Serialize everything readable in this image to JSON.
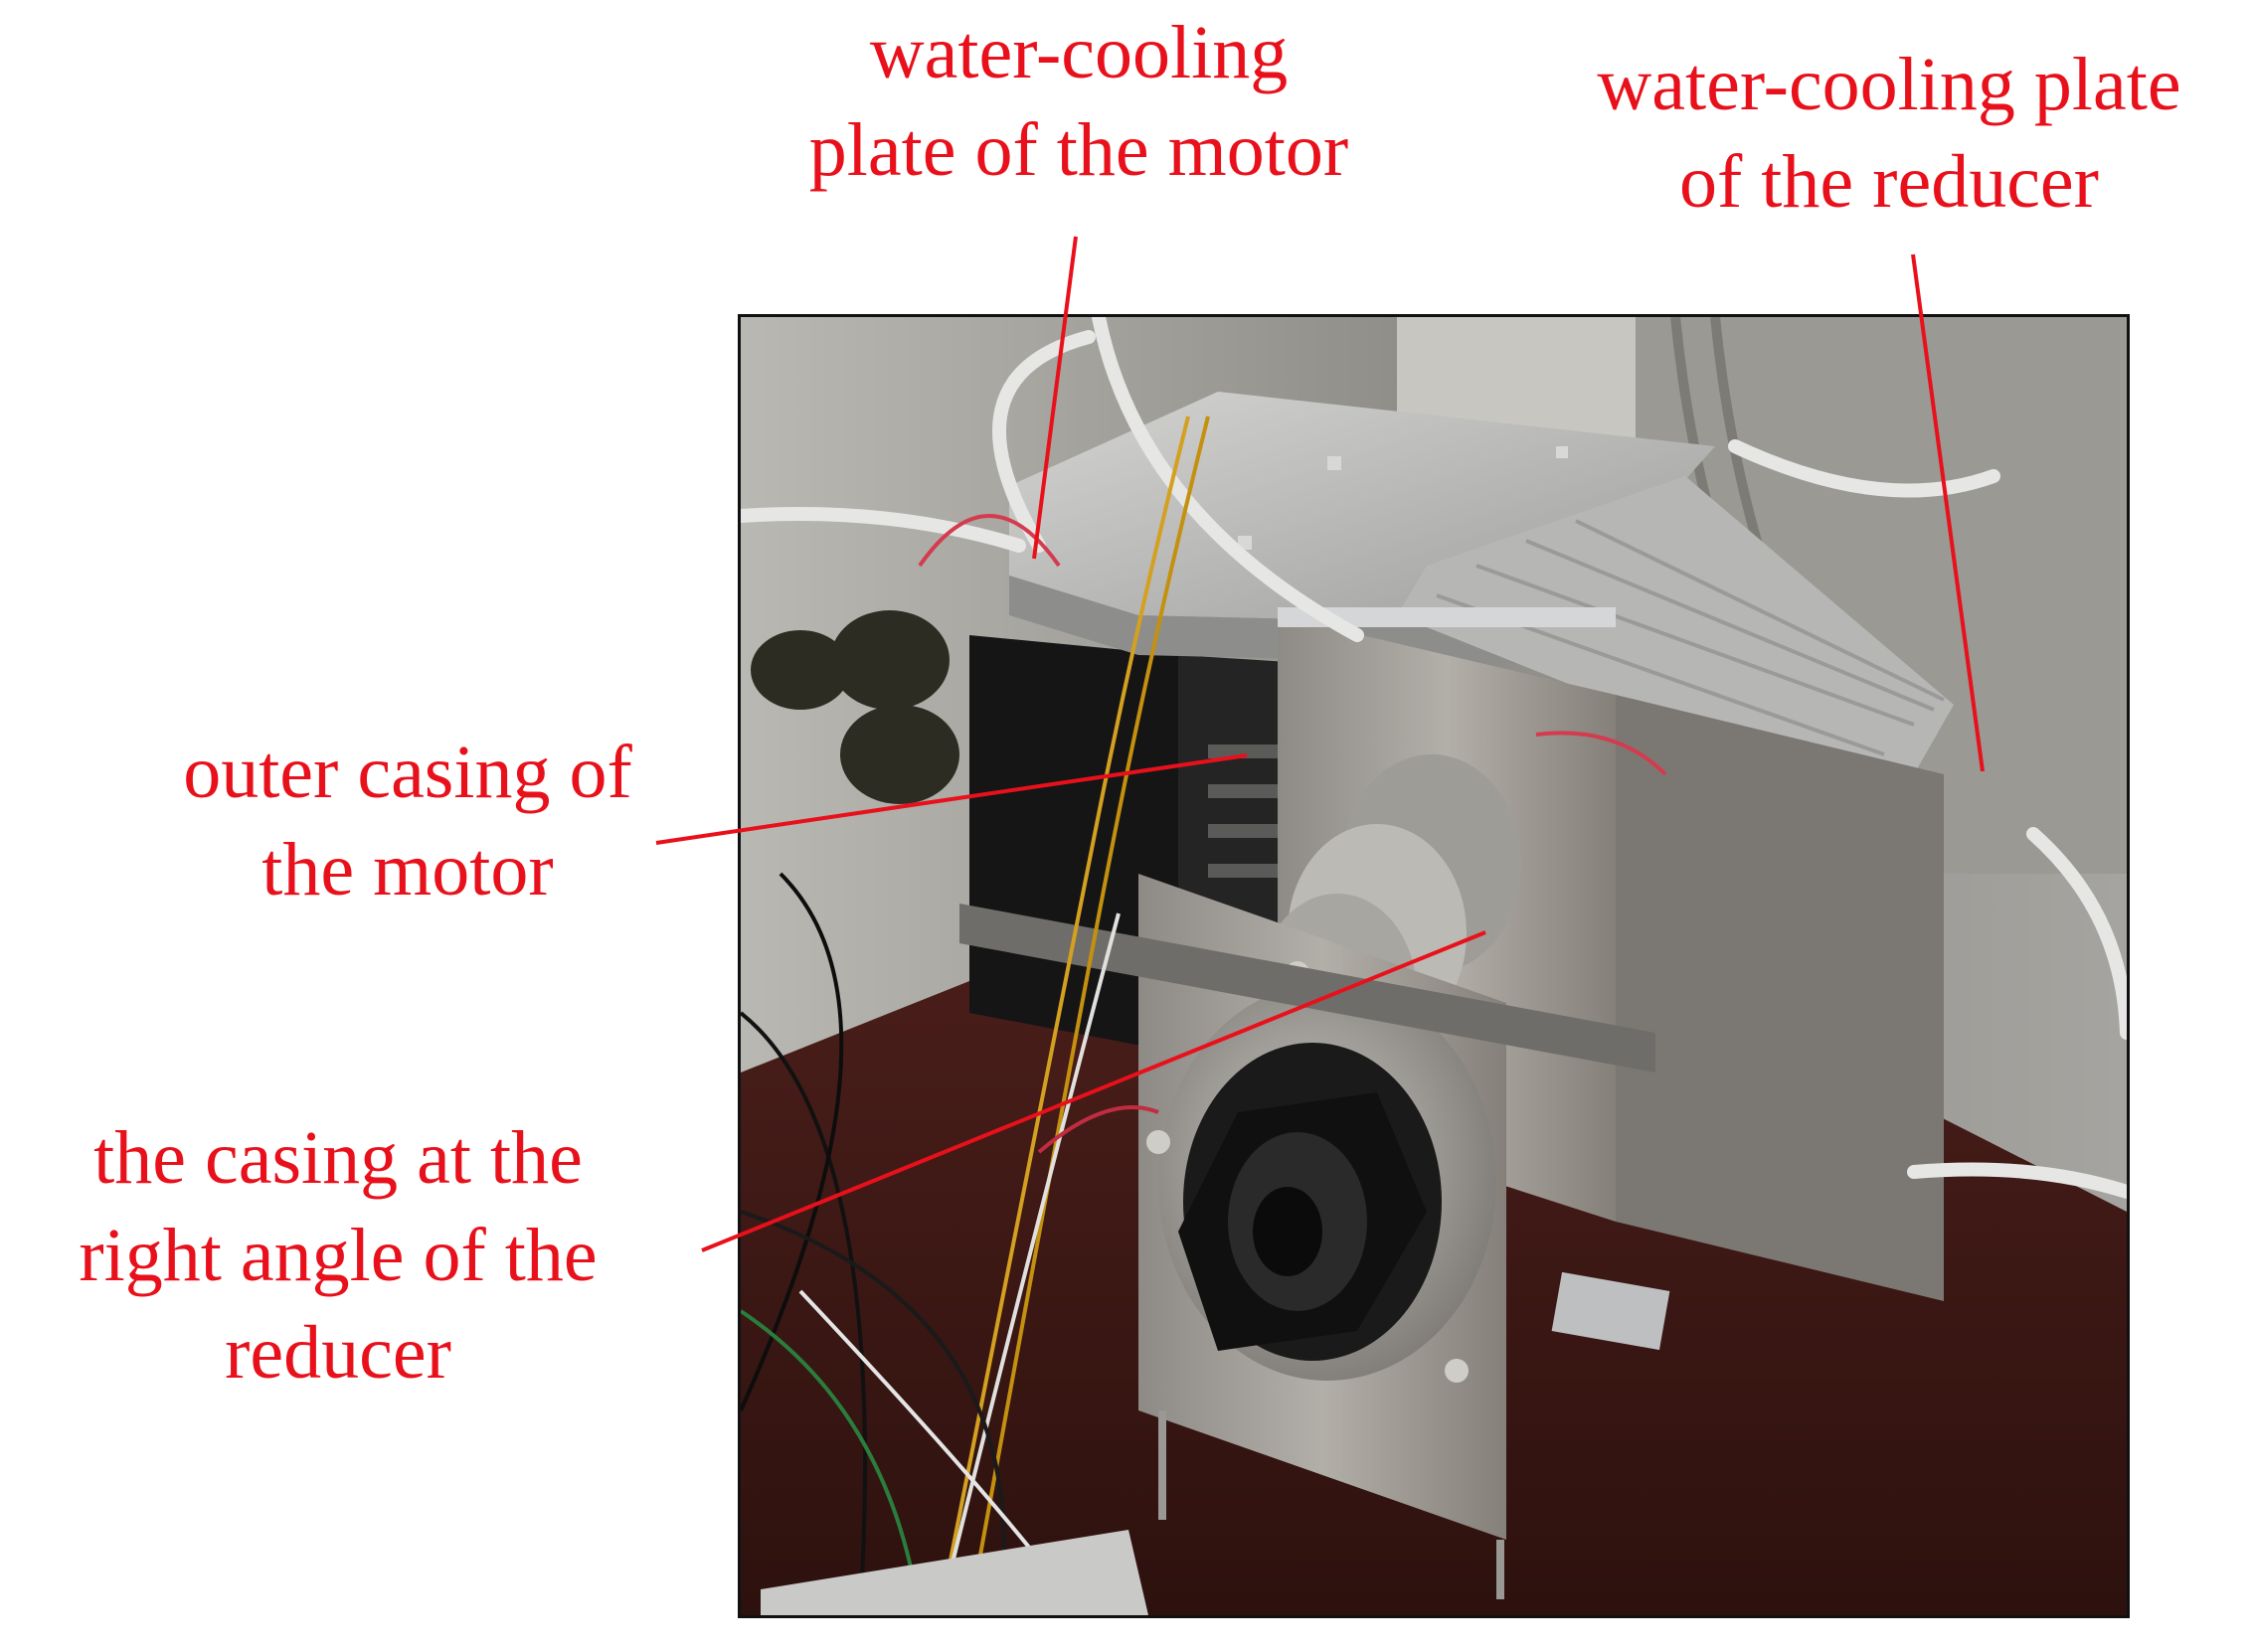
{
  "labels": {
    "motor_plate": [
      "water-cooling",
      "plate of the motor"
    ],
    "reducer_plate": [
      "water-cooling plate",
      "of the reducer"
    ],
    "motor_casing": [
      "outer casing of",
      "the motor"
    ],
    "reducer_casing": [
      "the casing at the",
      "right angle of the",
      "reducer"
    ]
  },
  "photo": {
    "subject": "motor and reducer test rig with water-cooling plates",
    "label_color": "#e8111b"
  }
}
